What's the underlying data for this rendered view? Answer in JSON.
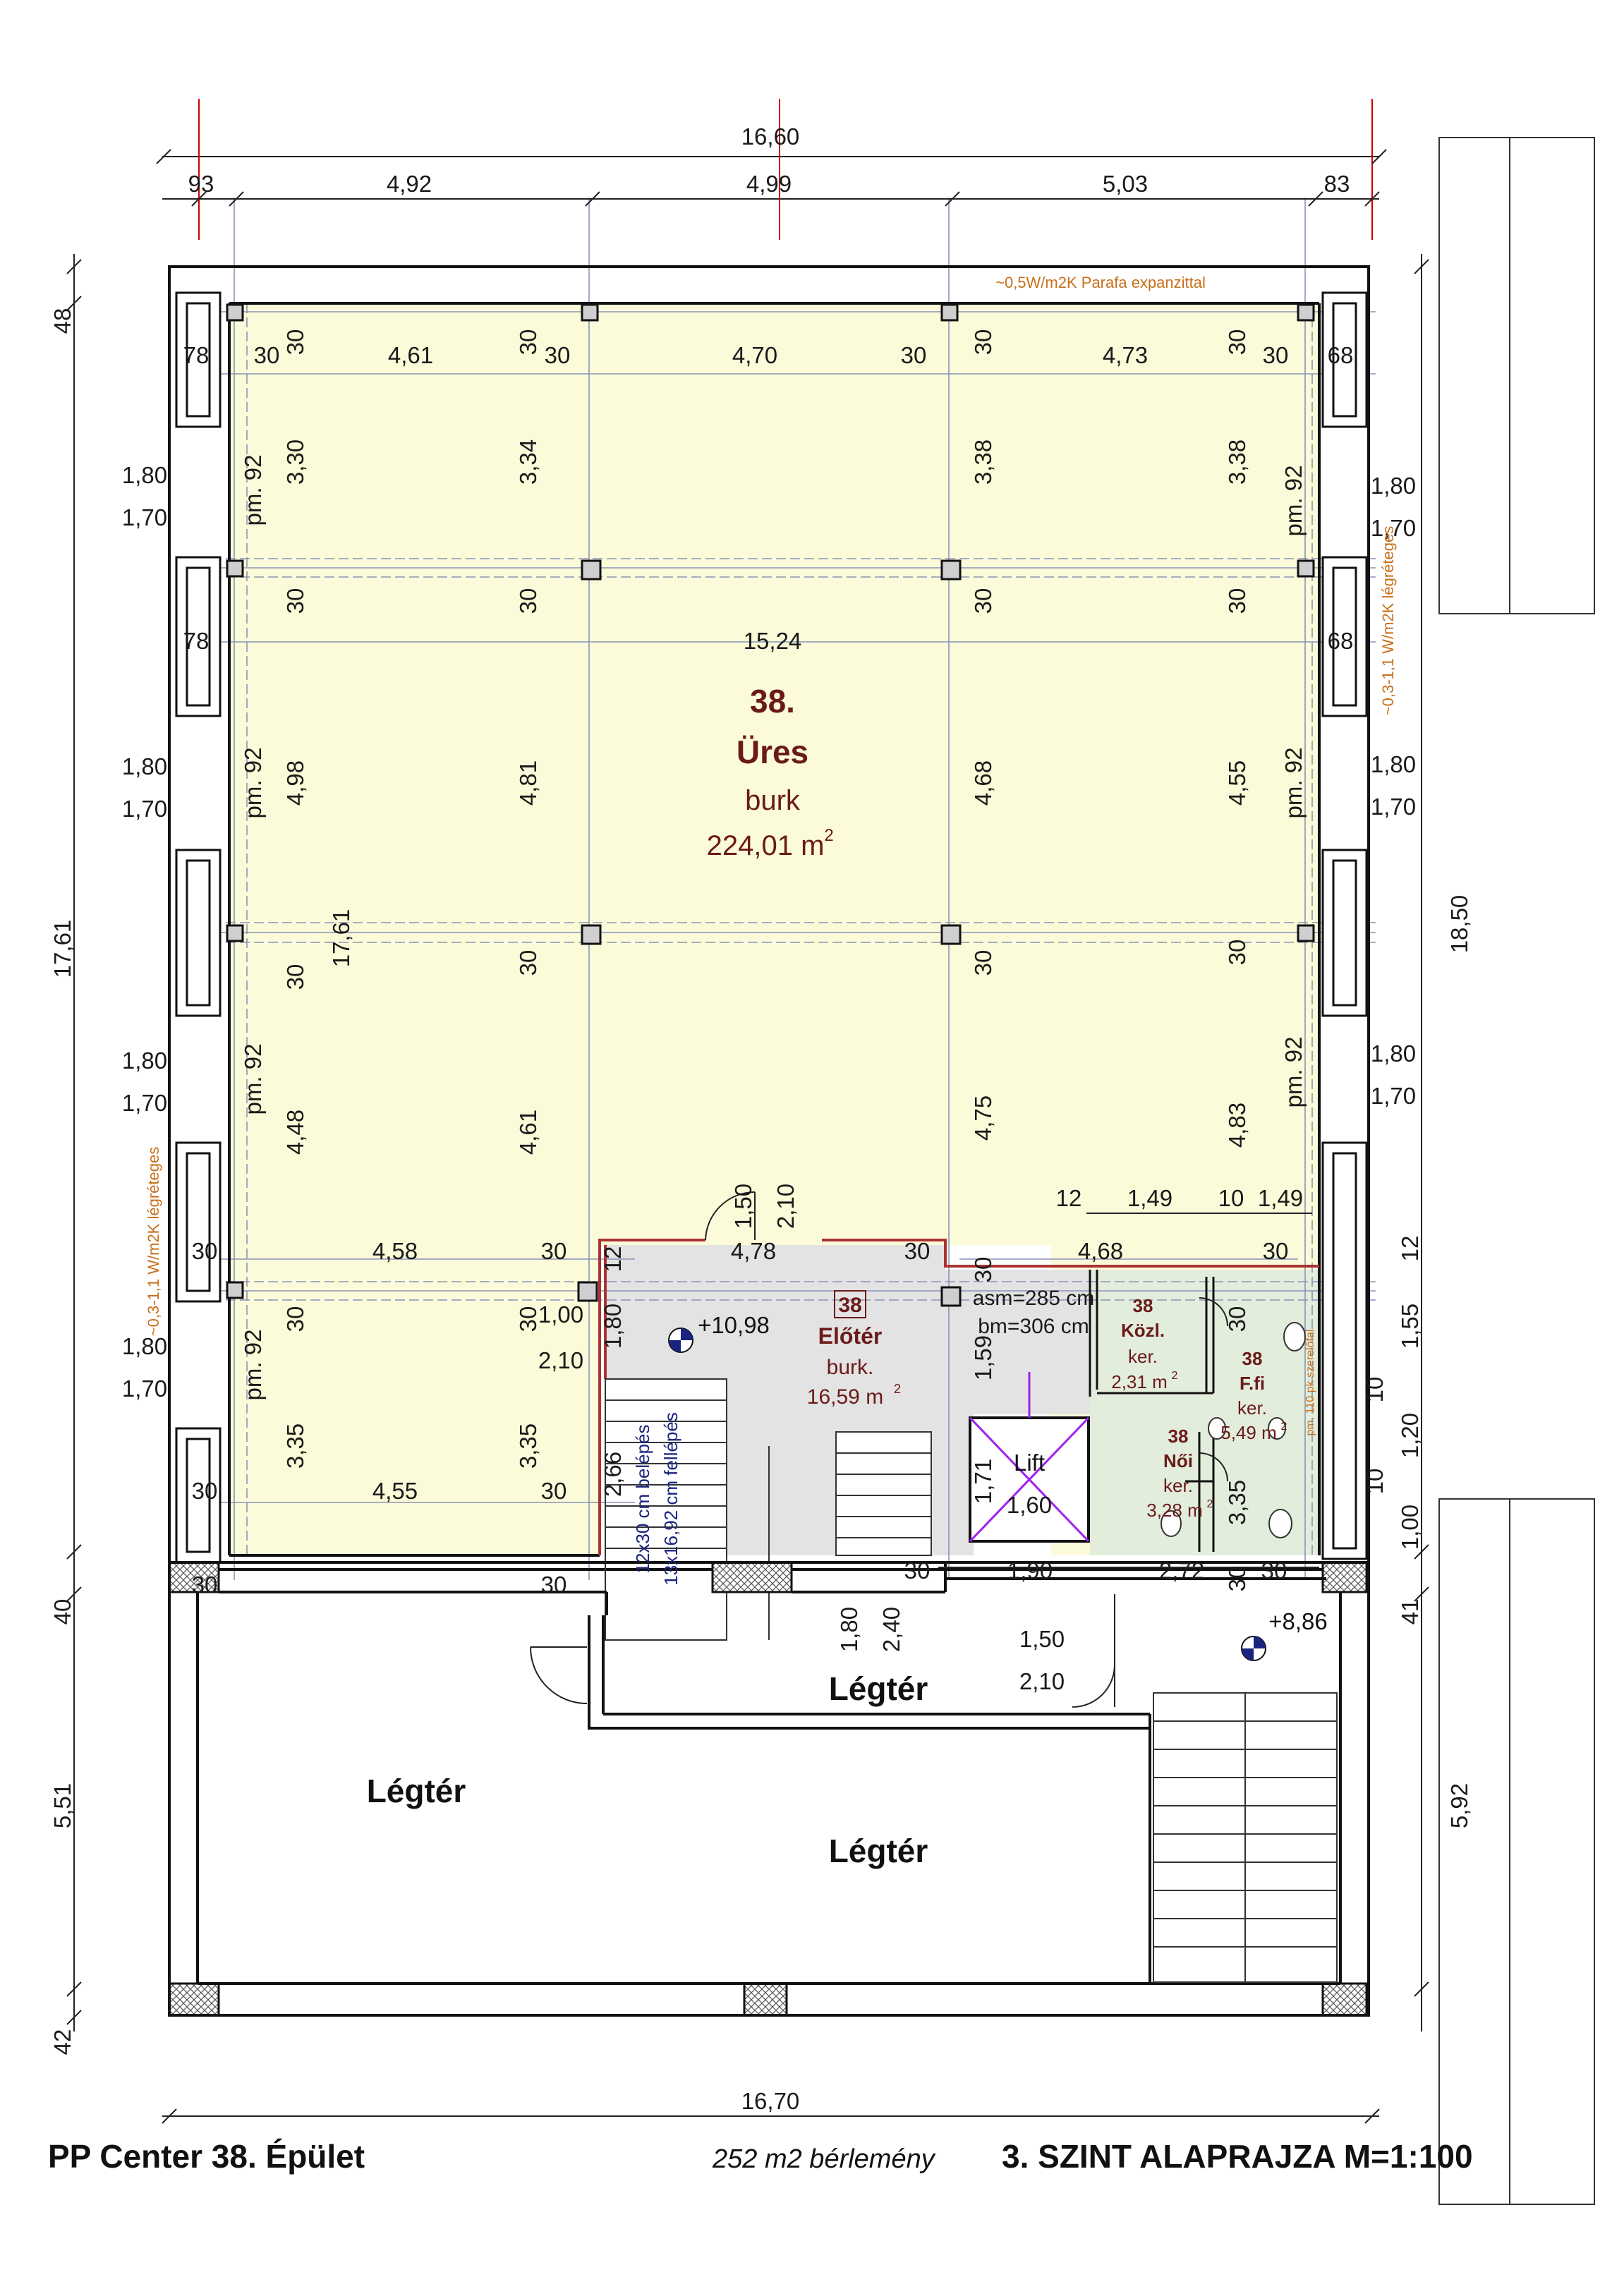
{
  "dims": {
    "top_total": "16,60",
    "top_segments": [
      "93",
      "4,92",
      "4,99",
      "5,03",
      "83"
    ],
    "bottom_total": "16,70",
    "left_total": "17,61",
    "left_misc": [
      "48",
      "40",
      "5,51",
      "42"
    ],
    "right_total": "18,50",
    "right_misc": [
      "12",
      "1,55",
      "10",
      "1,20",
      "10",
      "1,00",
      "41",
      "5,92"
    ],
    "window_h": "1,80",
    "window_w": "1,70",
    "pier_w": "pm. 92",
    "row1": [
      "78",
      "30",
      "4,61",
      "30",
      "30",
      "4,70",
      "30",
      "30",
      "4,73",
      "30",
      "68"
    ],
    "row2_left": "78",
    "row2_mid": "15,24",
    "row2_right": "68",
    "vert_row1": [
      "3,30",
      "3,34",
      "3,38",
      "3,38"
    ],
    "vert_row2": [
      "4,98",
      "4,81",
      "4,68",
      "4,55"
    ],
    "vert_row3": [
      "4,48",
      "4,61",
      "4,75",
      "4,83"
    ],
    "thirty": "30",
    "inner_17_61": "17,61",
    "row_458": "4,58",
    "row_455": "4,55",
    "v_335a": "3,35",
    "v_335b": "3,35",
    "door_150": "1,50",
    "door_210": "2,10",
    "row_478": "4,78",
    "row_468": "4,68",
    "row_small": [
      "12",
      "1,49",
      "10",
      "1,49"
    ],
    "door_100": "1,00",
    "door_210b": "2,10",
    "v_180": "1,80",
    "v_266": "2,66",
    "v_159": "1,59",
    "v_171": "1,71",
    "v_335c": "3,35",
    "bottom_row": [
      "30",
      "1,90",
      "2,72",
      "30",
      "30"
    ],
    "lower_180": "1,80",
    "lower_240": "2,40",
    "lower_150": "1,50",
    "lower_210": "2,10",
    "twelve": "12"
  },
  "notes": {
    "top_insulation": "~0,5W/m2K Parafa expanzittal",
    "right_insulation": "~0,3-1,1 W/m2K légréteges",
    "left_insulation": "~0,3-1,1 W/m2K légréteges",
    "asm": "asm=285 cm",
    "bm": "bm=306 cm",
    "stair_entry": "12x30 cm belépés",
    "stair_step": "13x16,92 cm fellépés",
    "wc_note": "pm. 110 pk szerelőfal"
  },
  "rooms": {
    "main": {
      "number": "38.",
      "name": "Üres",
      "floor": "burk",
      "area": "224,01 m",
      "area_sup": "2"
    },
    "eloter": {
      "number": "38",
      "name": "Előtér",
      "floor": "burk.",
      "area": "16,59 m",
      "area_sup": "2"
    },
    "kozl": {
      "number": "38",
      "name": "Közl.",
      "floor": "ker.",
      "area": "2,31 m",
      "area_sup": "2"
    },
    "ffi": {
      "number": "38",
      "name": "F.fi",
      "floor": "ker.",
      "area": "5,49 m",
      "area_sup": "2"
    },
    "noi": {
      "number": "38",
      "name": "Női",
      "floor": "ker.",
      "area": "3,28 m",
      "area_sup": "2"
    },
    "lift": {
      "name": "Lift",
      "size": "1,60"
    }
  },
  "levels": {
    "upper": "+10,98",
    "lower": "+8,86"
  },
  "airspace": {
    "label": "Légtér"
  },
  "footer": {
    "project": "PP Center  38. Épület",
    "tenancy": "252 m2 bérlemény",
    "title": "3. SZINT ALAPRAJZA   M=1:100"
  },
  "colors": {
    "room_fill": "#fbfbd9",
    "eloter_fill": "#e3e3e3",
    "wet_fill": "#e2eddc",
    "dark_red": "#6b1a1a",
    "orange": "#c8701a",
    "navy": "#1a237e",
    "purple": "#a020f0",
    "grid_blue": "#8a94b8"
  }
}
